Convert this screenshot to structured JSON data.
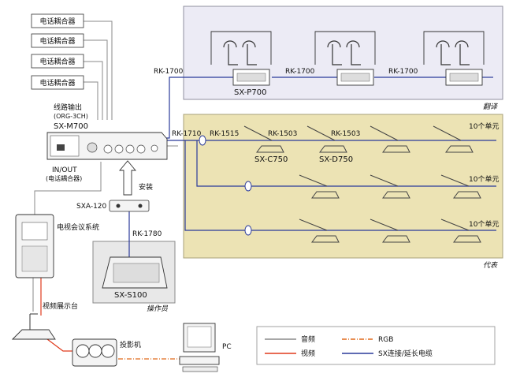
{
  "phone_couplers": [
    "电话耦合器",
    "电话耦合器",
    "电话耦合器",
    "电话耦合器"
  ],
  "mixer": {
    "line_out": "线路输出",
    "line_out_sub": "(ORG-3CH)",
    "model": "SX-M700",
    "inout": "IN/OUT",
    "inout_sub": "(电话耦合器)"
  },
  "install": "安装",
  "sxa": "SXA-120",
  "rk1780": "RK-1780",
  "console": {
    "model": "SX-S100",
    "caption": "操作员"
  },
  "video_conf": "电视会议系统",
  "video_stand": "视频展示台",
  "projector": "投影机",
  "pc": "PC",
  "translation": {
    "caption": "翻译",
    "model": "SX-P700",
    "cables": [
      "RK-1700",
      "RK-1700",
      "RK-1700"
    ]
  },
  "delegate": {
    "caption": "代表",
    "cables": [
      "RK-1710",
      "RK-1515",
      "RK-1503",
      "RK-1503"
    ],
    "models": [
      "SX-C750",
      "SX-D750"
    ],
    "units": [
      "10个单元",
      "10个单元",
      "10个单元"
    ]
  },
  "legend": {
    "audio": "音频",
    "video": "视频",
    "rgb": "RGB",
    "sx": "SX连接/延长电缆"
  },
  "colors": {
    "audio": "#8a8a8a",
    "video": "#e03a1c",
    "rgb": "#e06a1c",
    "sx": "#2a3a9a",
    "translation_bg": "#ecebf5",
    "delegate_bg": "#ece3b4"
  }
}
